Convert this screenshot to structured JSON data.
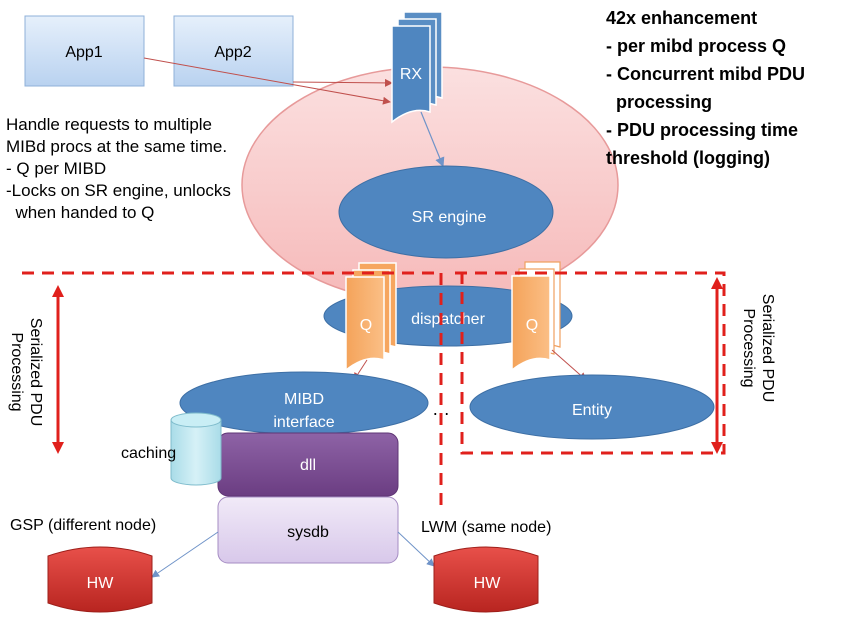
{
  "apps": [
    {
      "label": "App1"
    },
    {
      "label": "App2"
    }
  ],
  "rx_label": "RX",
  "sr_engine_label": "SR engine",
  "dispatcher_label": "dispatcher",
  "queue_label": "Q",
  "mibd_interface_label": "MIBD interface",
  "mibd_line1": "MIBD",
  "mibd_line2": "interface",
  "entity_label": "Entity",
  "ellipsis_label": "…",
  "caching_label": "caching",
  "dll_label": "dll",
  "sysdb_label": "sysdb",
  "gsp_label": "GSP (different node)",
  "lwm_label": "LWM (same node)",
  "hw_label": "HW",
  "serialized_label_line1": "Serialized PDU",
  "serialized_label_line2": "Processing",
  "left_notes": {
    "line1": "Handle requests to multiple",
    "line2": "MIBd procs at the same time.",
    "line3": "- Q per MIBD",
    "line4": "-Locks on SR engine, unlocks",
    "line5": "  when handed to Q"
  },
  "enhancements": {
    "title": "42x enhancement",
    "item1": "- per mibd process Q",
    "item2": "- Concurrent mibd PDU",
    "item2b": "  processing",
    "item3": "- PDU processing time",
    "item3b": "threshold (logging)"
  },
  "colors": {
    "app_fill": "#cfe1f7",
    "blue_shape": "#4f86c0",
    "pink_zone": "#f9c8c8",
    "queue_orange": "#f7a85e",
    "red_dash": "#e0201c",
    "dll_purple": "#7d4e92",
    "sysdb_lavender": "#e5d9f0",
    "hw_red": "#d8312c",
    "caching_cyan": "#b8e4ee"
  }
}
